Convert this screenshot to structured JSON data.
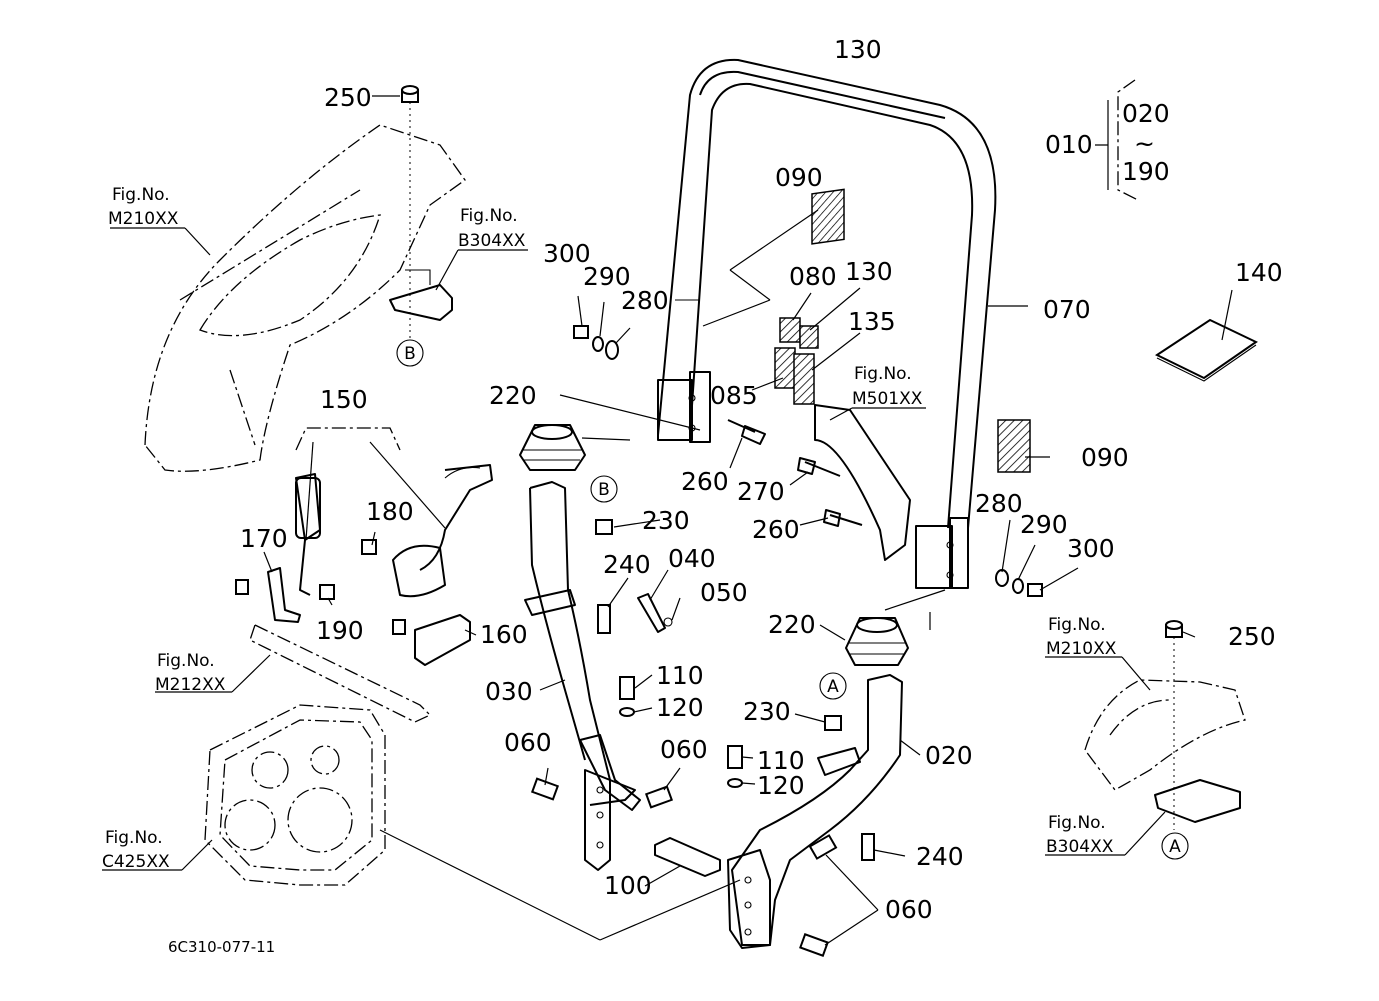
{
  "drawing_code": "6C310-077-11",
  "callouts": {
    "c130_top": "130",
    "c010": "010",
    "c020_range": "020",
    "c190_range": "190",
    "tilde": "~",
    "c250_left": "250",
    "c300_left": "300",
    "c290_left": "290",
    "c280_left": "280",
    "c090_top": "090",
    "c080": "080",
    "c130_mid": "130",
    "c135": "135",
    "c085": "085",
    "c070": "070",
    "c140": "140",
    "c150": "150",
    "c220_left": "220",
    "c260_left": "260",
    "c270": "270",
    "c260_right": "260",
    "c090_right": "090",
    "c280_right": "280",
    "c290_right": "290",
    "c300_right": "300",
    "c180": "180",
    "c170": "170",
    "c230_left": "230",
    "c240_left": "240",
    "c040": "040",
    "c050": "050",
    "c190": "190",
    "c160": "160",
    "c220_right": "220",
    "c250_right": "250",
    "c110_left": "110",
    "c120_left": "120",
    "c030": "030",
    "c230_right": "230",
    "c020": "020",
    "c060_left": "060",
    "c060_mid": "060",
    "c110_right": "110",
    "c120_right": "120",
    "c240_right": "240",
    "c100": "100",
    "c060_bottom": "060"
  },
  "circle_refs": {
    "b_left": "B",
    "b_mid": "B",
    "a_mid": "A",
    "a_right": "A"
  },
  "fig_refs": {
    "m210_left_label": "Fig.No.",
    "m210_left_code": "M210XX",
    "b304_left_label": "Fig.No.",
    "b304_left_code": "B304XX",
    "m501_label": "Fig.No.",
    "m501_code": "M501XX",
    "m212_label": "Fig.No.",
    "m212_code": "M212XX",
    "c425_label": "Fig.No.",
    "c425_code": "C425XX",
    "m210_right_label": "Fig.No.",
    "m210_right_code": "M210XX",
    "b304_right_label": "Fig.No.",
    "b304_right_code": "B304XX"
  }
}
